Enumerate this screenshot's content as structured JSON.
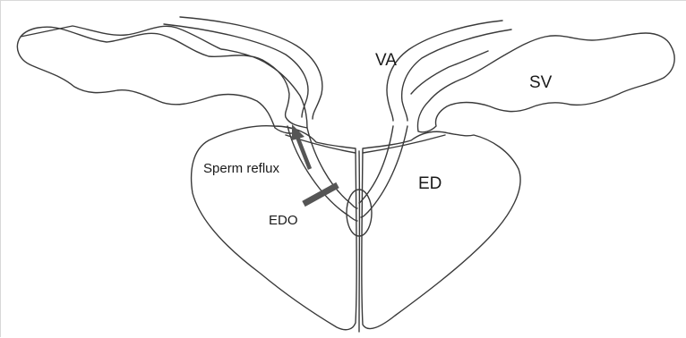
{
  "diagram": {
    "labels": {
      "va": "VA",
      "sv": "SV",
      "ed": "ED",
      "sperm_reflux": "Sperm reflux",
      "edo": "EDO"
    },
    "colors": {
      "outline": "#3a3a3a",
      "marker": "#555555",
      "background": "#ffffff"
    }
  }
}
